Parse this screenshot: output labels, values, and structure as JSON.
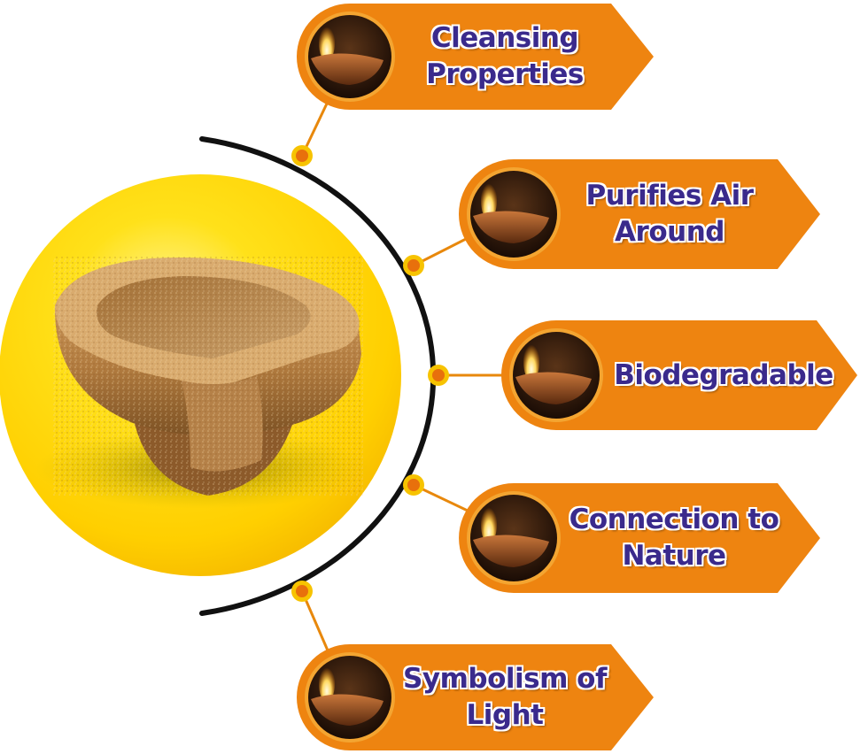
{
  "features": [
    {
      "label_line1": "Cleansing",
      "label_line2": "Properties",
      "icon": "diya-lamp-icon"
    },
    {
      "label_line1": "Purifies Air",
      "label_line2": "Around",
      "icon": "diya-lamp-icon"
    },
    {
      "label_line1": "Biodegradable",
      "label_line2": "",
      "icon": "diya-lamp-icon"
    },
    {
      "label_line1": "Connection to",
      "label_line2": "Nature",
      "icon": "diya-lamp-icon"
    },
    {
      "label_line1": "Symbolism of",
      "label_line2": "Light",
      "icon": "diya-lamp-icon"
    }
  ],
  "colors": {
    "banner": "#ee8410",
    "banner_dark": "#c9660a",
    "label_text": "#3a2a8c",
    "arc": "#111111",
    "node": "#f7c300",
    "connector": "#e8880c",
    "circle_yellow": "#ffd400"
  }
}
